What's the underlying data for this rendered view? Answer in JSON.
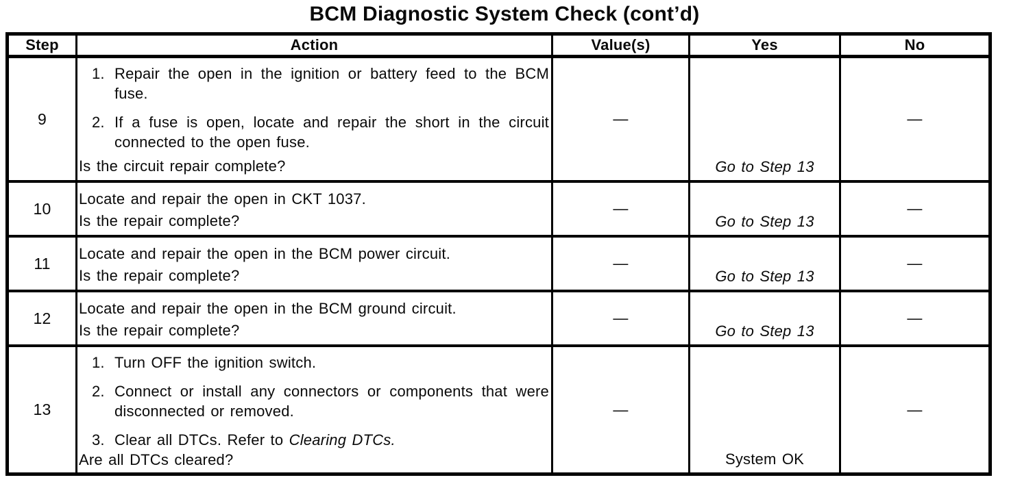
{
  "title": "BCM Diagnostic System Check (cont’d)",
  "table": {
    "headers": {
      "step": "Step",
      "action": "Action",
      "values": "Value(s)",
      "yes": "Yes",
      "no": "No"
    },
    "rows": [
      {
        "step": "9",
        "items": [
          {
            "num": "1.",
            "text": "Repair the open in the ignition or battery feed to the BCM fuse."
          },
          {
            "num": "2.",
            "text": "If a fuse is open, locate and repair the short in the circuit connected to the open fuse."
          }
        ],
        "question": "Is the circuit repair complete?",
        "value": "—",
        "yes": "Go to Step 13",
        "no": "—"
      },
      {
        "step": "10",
        "statement": "Locate and repair the open in CKT 1037.",
        "question": "Is the repair complete?",
        "value": "—",
        "yes": "Go to Step 13",
        "no": "—"
      },
      {
        "step": "11",
        "statement": "Locate and repair the open in the BCM power circuit.",
        "question": "Is the repair complete?",
        "value": "—",
        "yes": "Go to Step 13",
        "no": "—"
      },
      {
        "step": "12",
        "statement": "Locate and repair the open in the BCM ground circuit.",
        "question": "Is the repair complete?",
        "value": "—",
        "yes": "Go to Step 13",
        "no": "—"
      },
      {
        "step": "13",
        "items": [
          {
            "num": "1.",
            "text": "Turn OFF the ignition switch."
          },
          {
            "num": "2.",
            "text": "Connect or install any connectors or components that were disconnected or removed."
          },
          {
            "num": "3.",
            "text": "Clear all DTCs. Refer to ",
            "italic": "Clearing DTCs."
          }
        ],
        "question": "Are all DTCs cleared?",
        "value": "—",
        "yes": "System OK",
        "no": "—"
      }
    ]
  }
}
